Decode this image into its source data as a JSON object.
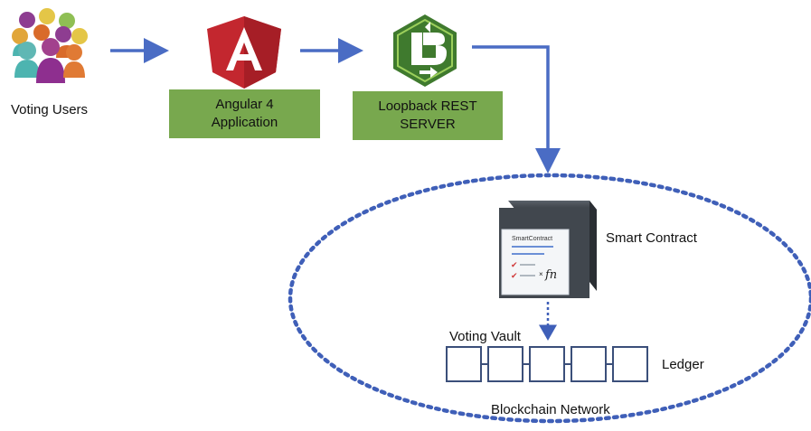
{
  "nodes": {
    "users": {
      "label": "Voting Users"
    },
    "angular": {
      "line1": "Angular 4",
      "line2": "Application"
    },
    "loopback": {
      "line1": "Loopback REST",
      "line2": "SERVER"
    },
    "contract": {
      "label": "Smart Contract",
      "card_title": "SmartContract",
      "signature": "fn"
    },
    "vault": {
      "label": "Voting Vault"
    },
    "ledger": {
      "label": "Ledger",
      "block_count": 5
    },
    "network": {
      "label": "Blockchain Network"
    }
  },
  "colors": {
    "arrow": "#4a6cc4",
    "dots": "#3f5fb8",
    "box_green": "#78a84e",
    "angular_red": "#c3272f",
    "loopback_green": "#3f7a2e",
    "ledger_border": "#3b4f7a"
  },
  "icons": {
    "users": "people-group-icon",
    "angular": "angular-logo-icon",
    "loopback": "loopback-logo-icon",
    "contract": "server-cube-icon"
  }
}
